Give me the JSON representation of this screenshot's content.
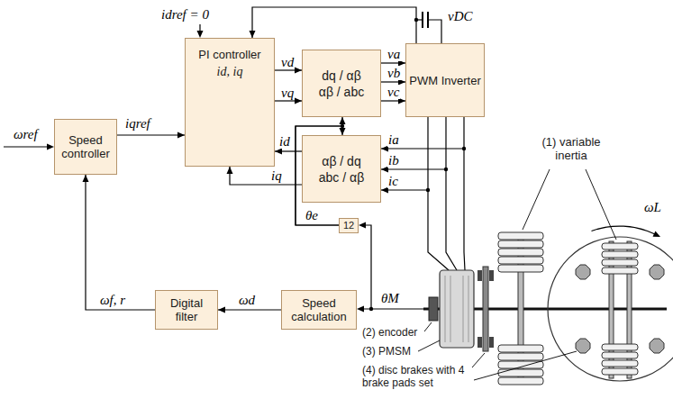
{
  "diagram": {
    "nodes": [
      {
        "text": [
          "Speed controller"
        ]
      },
      {
        "text": [
          "PI controller",
          "id, iq"
        ]
      },
      {
        "text": [
          "dq / αβ",
          "αβ / abc"
        ]
      },
      {
        "text": [
          "PWM Inverter"
        ]
      },
      {
        "text": [
          "αβ / dq",
          "abc / αβ"
        ]
      },
      {
        "text": [
          "12"
        ]
      },
      {
        "text": [
          "Speed calculation"
        ]
      },
      {
        "text": [
          "Digital filter"
        ]
      }
    ],
    "edges": [
      {
        "from": 0,
        "to": 1,
        "label": "iqref",
        "arrow": "to"
      },
      {
        "from": 1,
        "to": 2,
        "label": "vd",
        "arrow": "to"
      },
      {
        "from": 1,
        "to": 2,
        "label": "vq",
        "arrow": "to"
      },
      {
        "from": 2,
        "to": 3,
        "label": "va",
        "arrow": "to"
      },
      {
        "from": 2,
        "to": 3,
        "label": "vb",
        "arrow": "to"
      },
      {
        "from": 2,
        "to": 3,
        "label": "vc",
        "arrow": "to"
      },
      {
        "from": 3,
        "to": 4,
        "label": "ia",
        "arrow": "to"
      },
      {
        "from": 3,
        "to": 4,
        "label": "ib",
        "arrow": "to"
      },
      {
        "from": 3,
        "to": 4,
        "label": "ic",
        "arrow": "to"
      },
      {
        "from": 4,
        "to": 1,
        "label": "id",
        "arrow": "to"
      },
      {
        "from": 4,
        "to": 1,
        "label": "iq",
        "arrow": "to"
      },
      {
        "from": 3,
        "to": 1,
        "arrow": "to"
      },
      {
        "from": 5,
        "to": 2,
        "label": "θe",
        "arrow": "to"
      },
      {
        "from": 5,
        "to": 4,
        "arrow": "to"
      },
      {
        "from": 6,
        "to": 7,
        "label": "ωd",
        "arrow": "to"
      },
      {
        "from": 7,
        "to": 0,
        "label": "ωf, r",
        "arrow": "to"
      }
    ],
    "labels": [
      "idref = 0",
      "vDC",
      "ωref",
      "θM",
      "(1) variable inertia",
      "ωL",
      "(2) encoder",
      "(3) PMSM",
      "(4) disc brakes with 4 brake pads set"
    ]
  }
}
